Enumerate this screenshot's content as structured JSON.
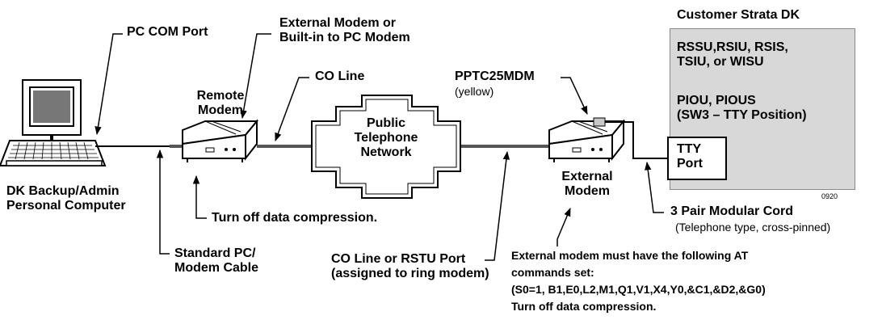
{
  "labels": {
    "pc_com_port": "PC COM Port",
    "external_modem_or_builtin_line1": "External Modem or",
    "external_modem_or_builtin_line2": "Built-in to PC Modem",
    "customer_strata_dk": "Customer Strata DK",
    "rssu_line1": "RSSU,RSIU, RSIS,",
    "rssu_line2": "TSIU, or WISU",
    "piou_line1": "PIOU, PIOUS",
    "piou_line2": "(SW3 – TTY Position)",
    "tty_line1": "TTY",
    "tty_line2": "Port",
    "figure_number": "0920",
    "co_line": "CO Line",
    "remote_modem_line1": "Remote",
    "remote_modem_line2": "Modem",
    "public_network_line1": "Public",
    "public_network_line2": "Telephone",
    "public_network_line3": "Network",
    "pptc25mdm": "PPTC25MDM",
    "yellow": "(yellow)",
    "external_modem_line1": "External",
    "external_modem_line2": "Modem",
    "dk_backup_line1": "DK Backup/Admin",
    "dk_backup_line2": "Personal Computer",
    "turn_off_remote": "Turn off data compression.",
    "three_pair_cord": "3 Pair Modular Cord",
    "telephone_type": "(Telephone type, cross-pinned)",
    "std_cable_line1": "Standard PC/",
    "std_cable_line2": "Modem Cable",
    "co_rstu_line1": "CO Line or RSTU Port",
    "co_rstu_line2": "(assigned to ring modem)",
    "ext_modem_note_line1": "External modem must have the following AT",
    "ext_modem_note_line2": "commands set:",
    "ext_modem_note_line3": "(S0=1, B1,E0,L2,M1,Q1,V1,X4,Y0,&C1,&D2,&G0)",
    "ext_modem_note_line4": "Turn off data compression."
  },
  "icons": {
    "computer": "desktop-computer-icon",
    "remote_modem": "modem-icon",
    "external_modem": "modem-icon",
    "network_cloud": "cloud-network-icon",
    "pptc25mdm_module": "module-icon"
  },
  "colors": {
    "strata_box_fill": "#d8d8d8",
    "module_fill": "#c8c8c8",
    "line": "#000000",
    "thick_cable": "#555555"
  }
}
